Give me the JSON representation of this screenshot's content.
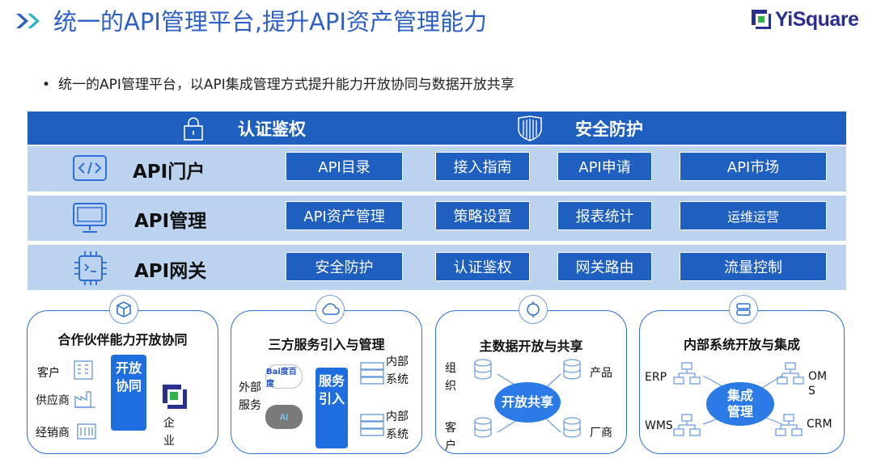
{
  "header": {
    "title": "统一的API管理平台,提升API资产管理能力",
    "logo_text": "YiSquare",
    "bullet": "统一的API管理平台，以API集成管理方式提升能力开放协同与数据开放共享"
  },
  "band": {
    "left_label": "认证鉴权",
    "right_label": "安全防护"
  },
  "rows": [
    {
      "label": "API门户",
      "icon": "code-window-icon",
      "buttons": [
        "API目录",
        "接入指南",
        "API申请",
        "API市场"
      ]
    },
    {
      "label": "API管理",
      "icon": "monitor-icon",
      "buttons": [
        "API资产管理",
        "策略设置",
        "报表统计",
        "运维运营"
      ]
    },
    {
      "label": "API网关",
      "icon": "chip-icon",
      "buttons": [
        "安全防护",
        "认证鉴权",
        "网关路由",
        "流量控制"
      ]
    }
  ],
  "cards": [
    {
      "title": "合作伙伴能力开放协同",
      "badge_icon": "cube-icon",
      "left_items": [
        "客户",
        "供应商",
        "经销商"
      ],
      "center": "开放协同",
      "right": "企业"
    },
    {
      "title": "三方服务引入与管理",
      "badge_icon": "cloud-icon",
      "left_label": "外部服务",
      "baidu_text": "Bai度百度",
      "ai_text": "AI",
      "center": "服务引入",
      "right_items": [
        "内部系统",
        "内部系统"
      ]
    },
    {
      "title": "主数据开放与共享",
      "badge_icon": "cycle-icon",
      "center": "开放共享",
      "items": [
        "组织",
        "产品",
        "客户",
        "厂商"
      ]
    },
    {
      "title": "内部系统开放与集成",
      "badge_icon": "server-stack-icon",
      "center": "集成管理",
      "items": [
        "ERP",
        "OMS",
        "WMS",
        "CRM"
      ]
    }
  ],
  "colors": {
    "primary": "#1f5fbf",
    "row_bg": "#bcd3ef",
    "title": "#2d5fc4",
    "accent": "#1f6ee0"
  }
}
